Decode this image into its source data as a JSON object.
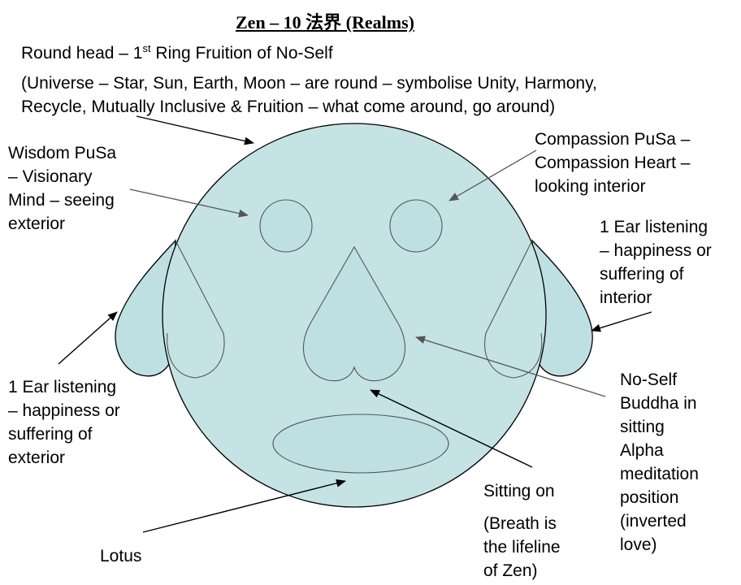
{
  "title": "Zen – 10 法界 (Realms)",
  "round_head": {
    "prefix": "Round head – 1",
    "superscript": "st",
    "suffix": " Ring Fruition of No-Self"
  },
  "universe_note": {
    "line1": "(Universe – Star, Sun, Earth, Moon – are round – symbolise Unity, Harmony,",
    "line2": "Recycle, Mutually Inclusive & Fruition – what come around, go around)"
  },
  "wisdom": [
    "Wisdom PuSa",
    "– Visionary",
    "Mind – seeing",
    "exterior"
  ],
  "compassion": [
    "Compassion PuSa –",
    "Compassion Heart –",
    "looking interior"
  ],
  "ear_right": [
    "1 Ear listening",
    "– happiness or",
    "suffering of",
    "interior"
  ],
  "ear_left": [
    "1 Ear listening",
    "– happiness or",
    "suffering of",
    "exterior"
  ],
  "no_self": [
    "No-Self",
    "Buddha in",
    "sitting",
    "Alpha",
    "meditation",
    "position",
    "(inverted",
    "love)"
  ],
  "sitting_on": "Sitting on",
  "breath": [
    "(Breath is",
    "the lifeline",
    "of Zen)"
  ],
  "lotus": "Lotus",
  "colors": {
    "face_fill": "#c5e3e5",
    "shape_fill": "#bfe0e3",
    "outline": "#000000",
    "inner_outline": "#555555",
    "arrow": "#000000"
  }
}
